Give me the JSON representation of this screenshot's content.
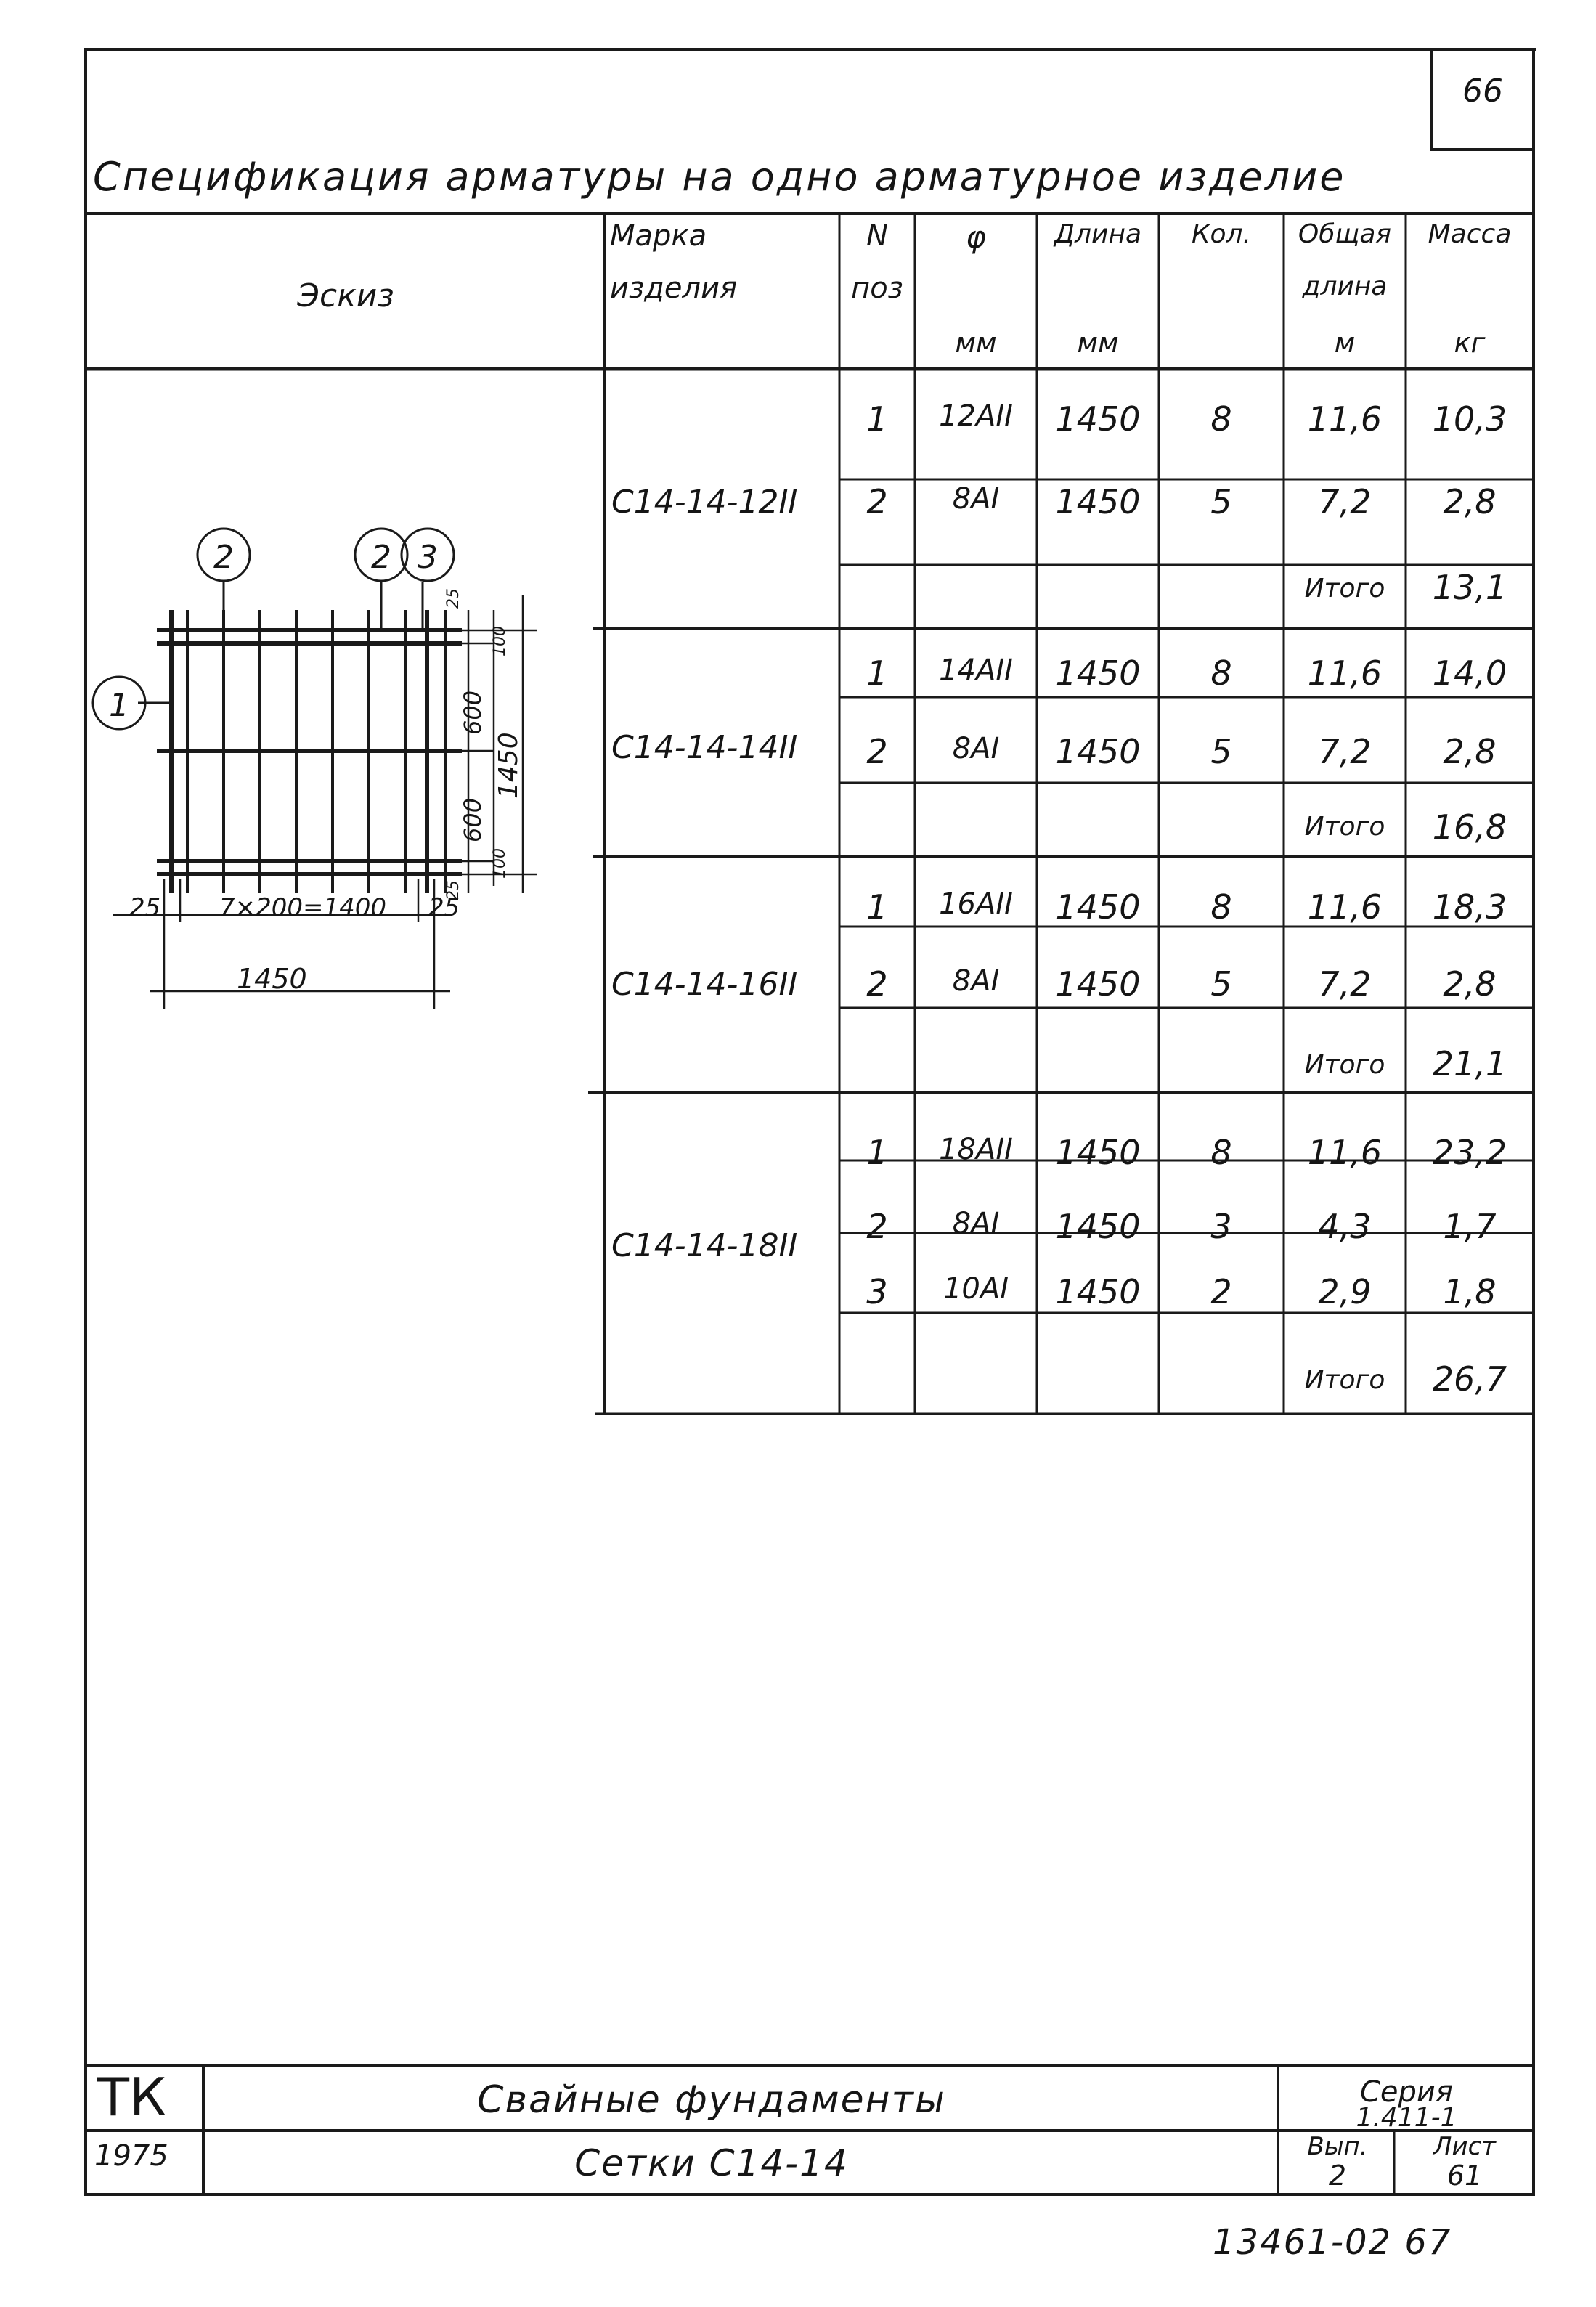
{
  "sheet": {
    "page_number": "66",
    "bottom_note": "13461-02 67"
  },
  "spec": {
    "title": "Спецификация арматуры на одно арматурное изделие",
    "headers": {
      "sketch": "Эскиз",
      "mark": [
        "Марка",
        "изделия"
      ],
      "pos": [
        "N",
        "поз"
      ],
      "diam": [
        "φ",
        "мм"
      ],
      "length": [
        "Длина",
        "мм"
      ],
      "qty": "Кол.",
      "total_length": [
        "Общая",
        "длина",
        "м"
      ],
      "mass": [
        "Масса",
        "кг"
      ]
    },
    "groups": [
      {
        "mark": "С14-14-12II",
        "rows": [
          {
            "pos": "1",
            "diam": "12AII",
            "length": "1450",
            "qty": "8",
            "total": "11,6",
            "mass": "10,3"
          },
          {
            "pos": "2",
            "diam": "8AI",
            "length": "1450",
            "qty": "5",
            "total": "7,2",
            "mass": "2,8"
          }
        ],
        "total_label": "Итого",
        "total_mass": "13,1"
      },
      {
        "mark": "С14-14-14II",
        "rows": [
          {
            "pos": "1",
            "diam": "14AII",
            "length": "1450",
            "qty": "8",
            "total": "11,6",
            "mass": "14,0"
          },
          {
            "pos": "2",
            "diam": "8AI",
            "length": "1450",
            "qty": "5",
            "total": "7,2",
            "mass": "2,8"
          }
        ],
        "total_label": "Итого",
        "total_mass": "16,8"
      },
      {
        "mark": "С14-14-16II",
        "rows": [
          {
            "pos": "1",
            "diam": "16AII",
            "length": "1450",
            "qty": "8",
            "total": "11,6",
            "mass": "18,3"
          },
          {
            "pos": "2",
            "diam": "8AI",
            "length": "1450",
            "qty": "5",
            "total": "7,2",
            "mass": "2,8"
          }
        ],
        "total_label": "Итого",
        "total_mass": "21,1"
      },
      {
        "mark": "С14-14-18II",
        "rows": [
          {
            "pos": "1",
            "diam": "18AII",
            "length": "1450",
            "qty": "8",
            "total": "11,6",
            "mass": "23,2"
          },
          {
            "pos": "2",
            "diam": "8AI",
            "length": "1450",
            "qty": "3",
            "total": "4,3",
            "mass": "1,7"
          },
          {
            "pos": "3",
            "diam": "10AI",
            "length": "1450",
            "qty": "2",
            "total": "2,9",
            "mass": "1,8"
          }
        ],
        "total_label": "Итого",
        "total_mass": "26,7"
      }
    ]
  },
  "sketch": {
    "callouts": [
      "2",
      "2",
      "3",
      "1"
    ],
    "dims": {
      "bottom_inner": "7×200=1400",
      "left_edge": "25",
      "right_edge": "25",
      "bottom_total": "1450",
      "right_total": "1450",
      "right_mid_1": "600",
      "right_mid_2": "600",
      "right_top": "25",
      "right_top_2": "100",
      "right_bot": "100",
      "right_bot_2": "25"
    }
  },
  "title_block": {
    "org": "ТК",
    "year": "1975",
    "title": "Свайные фундаменты",
    "subtitle": "Сетки С14-14",
    "series_label": "Серия",
    "series_value": "1.411-1",
    "issue_label": "Вып.",
    "issue_value": "2",
    "sheet_label": "Лист",
    "sheet_value": "61"
  }
}
